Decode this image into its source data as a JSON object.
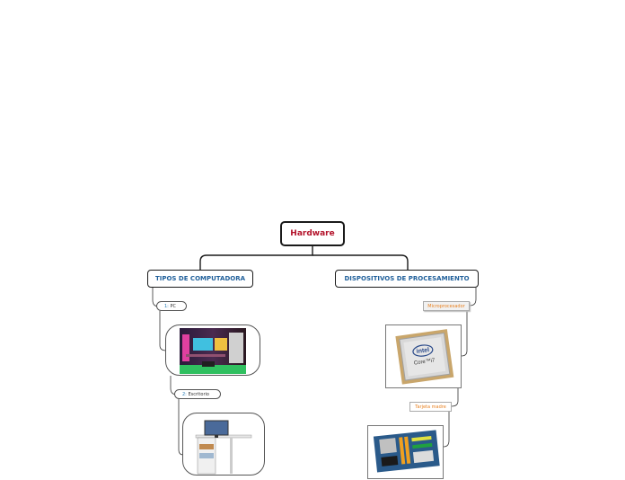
{
  "root": {
    "label": "Hardware"
  },
  "branches": [
    {
      "label": "TIPOS DE COMPUTADORA"
    },
    {
      "label": "DISPOSITIVOS DE PROCESAMIENTO"
    }
  ],
  "left_items": [
    {
      "num": "1:",
      "label": "PC"
    },
    {
      "num": "2:",
      "label": "Escritorio"
    }
  ],
  "right_items": [
    {
      "label": "Microprocesador"
    },
    {
      "label": "Tarjeta madre"
    }
  ],
  "chip_text": {
    "brand": "intel",
    "model": "Core™i7"
  },
  "colors": {
    "root_text": "#b3122a",
    "branch_text": "#1f5f9a",
    "tag_text": "#e8801f",
    "number": "#1f78b4"
  }
}
